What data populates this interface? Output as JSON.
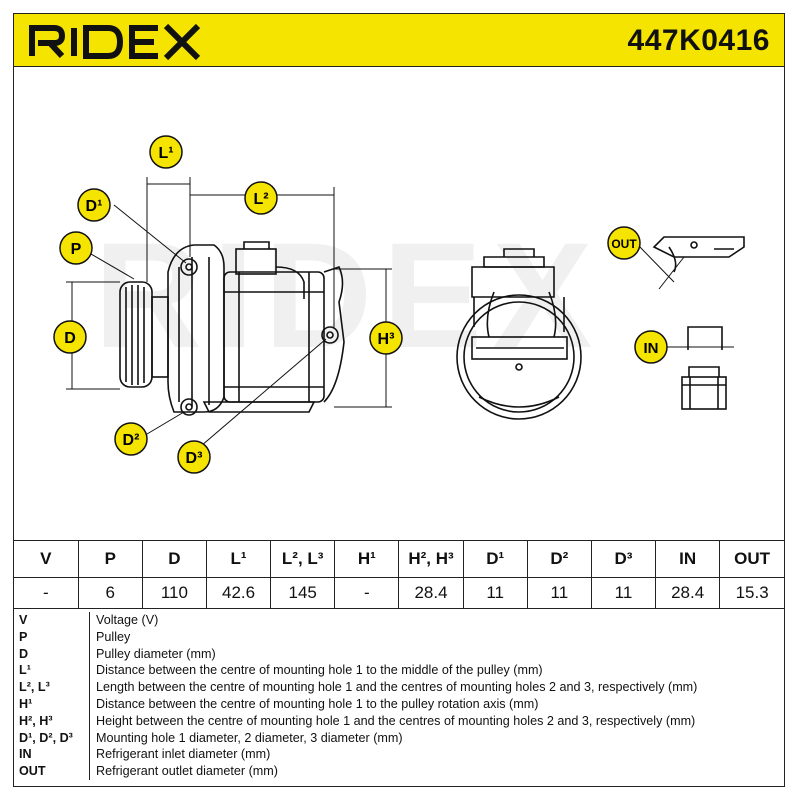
{
  "header": {
    "brand": "RIDEX",
    "part_number": "447K0416"
  },
  "labels": {
    "L1": "L¹",
    "L23": "L²",
    "D1": "D¹",
    "P": "P",
    "D": "D",
    "H3": "H³",
    "D2": "D²",
    "D3": "D³",
    "OUT": "OUT",
    "IN": "IN"
  },
  "watermark": "RIDEX",
  "specs": {
    "headers": [
      "V",
      "P",
      "D",
      "L¹",
      "L², L³",
      "H¹",
      "H², H³",
      "D¹",
      "D²",
      "D³",
      "IN",
      "OUT"
    ],
    "values": [
      "-",
      "6",
      "110",
      "42.6",
      "145",
      "-",
      "28.4",
      "11",
      "11",
      "11",
      "28.4",
      "15.3"
    ]
  },
  "legend": [
    {
      "sym": "V",
      "desc": "Voltage (V)"
    },
    {
      "sym": "P",
      "desc": "Pulley"
    },
    {
      "sym": "D",
      "desc": "Pulley diameter (mm)"
    },
    {
      "sym": "L¹",
      "desc": "Distance between the centre of mounting hole 1 to the middle of the pulley (mm)"
    },
    {
      "sym": "L², L³",
      "desc": "Length between the centre of mounting hole 1 and the centres of mounting holes 2 and 3, respectively (mm)"
    },
    {
      "sym": "H¹",
      "desc": "Distance between the centre of mounting hole 1 to the pulley rotation axis (mm)"
    },
    {
      "sym": "H², H³",
      "desc": "Height between the centre of mounting hole 1 and the centres of mounting holes 2 and 3, respectively (mm)"
    },
    {
      "sym": "D¹, D², D³",
      "desc": "Mounting hole 1 diameter, 2 diameter, 3 diameter (mm)"
    },
    {
      "sym": "IN",
      "desc": "Refrigerant inlet diameter (mm)"
    },
    {
      "sym": "OUT",
      "desc": "Refrigerant outlet diameter (mm)"
    }
  ]
}
